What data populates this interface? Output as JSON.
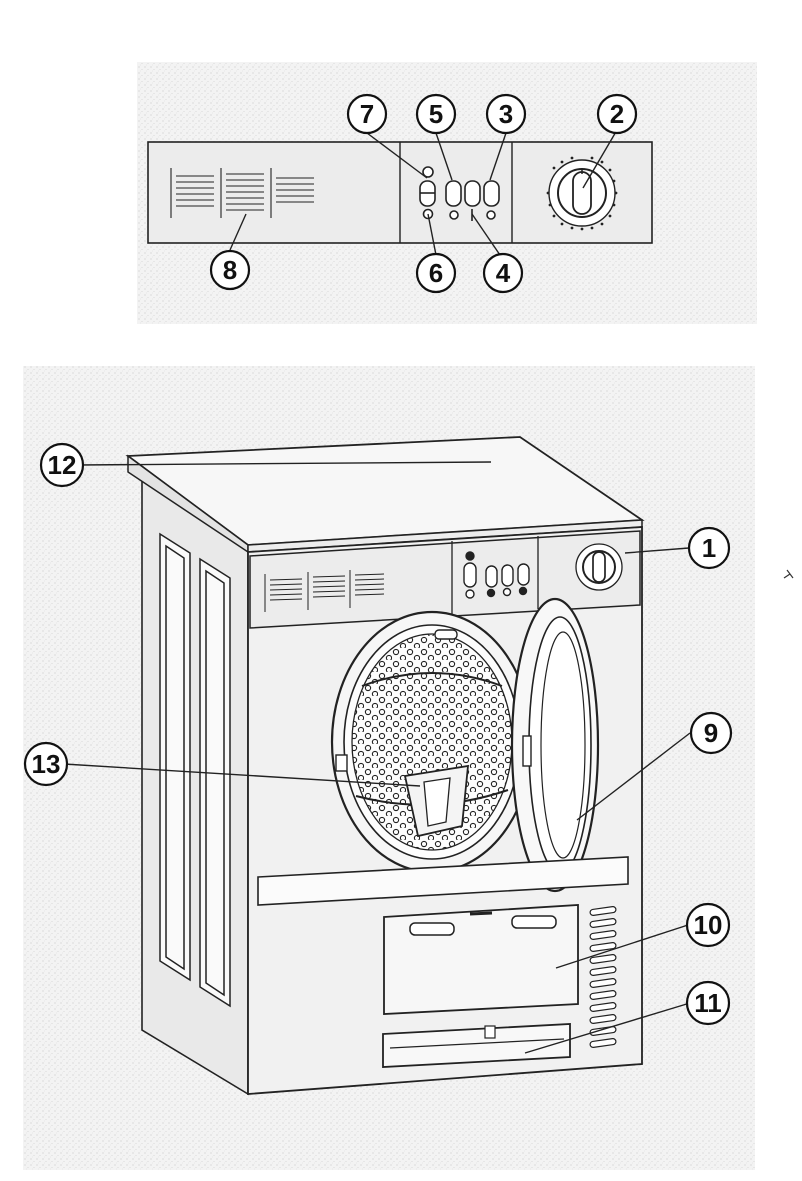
{
  "control_panel_callouts": {
    "c2": "2",
    "c3": "3",
    "c4": "4",
    "c5": "5",
    "c6": "6",
    "c7": "7",
    "c8": "8"
  },
  "appliance_callouts": {
    "c1": "1",
    "c9": "9",
    "c10": "10",
    "c11": "11",
    "c12": "12",
    "c13": "13"
  }
}
